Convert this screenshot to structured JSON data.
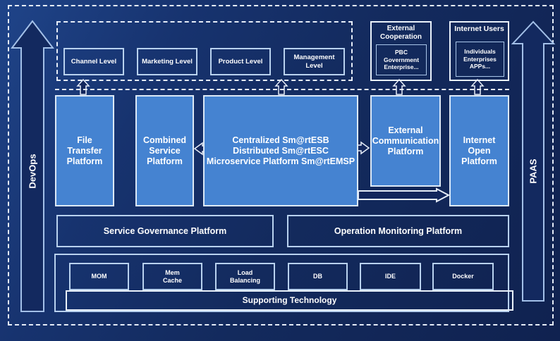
{
  "diagram": {
    "rails": {
      "left_label": "DevOps",
      "right_label": "PAAS"
    },
    "business_levels": {
      "items": [
        {
          "label": "Channel Level"
        },
        {
          "label": "Marketing Level"
        },
        {
          "label": "Product Level"
        },
        {
          "label": "Management Level"
        }
      ]
    },
    "external_cooperation": {
      "title": "External\nCooperation",
      "members": "PBC Government\nEnterprise..."
    },
    "internet_users": {
      "title": "Internet Users",
      "members": "Individuals\nEnterprises\nAPPs..."
    },
    "platforms": {
      "file_transfer": "File\nTransfer\nPlatform",
      "combined_service": "Combined\nService\nPlatform",
      "esb_core": "Centralized Sm@rtESB\nDistributed Sm@rtESC\nMicroservice Platform Sm@rtEMSP",
      "external_communication": "External\nCommunication\nPlatform",
      "internet_open": "Internet\nOpen\nPlatform"
    },
    "governance": {
      "service_governance": "Service Governance Platform",
      "operation_monitoring": "Operation Monitoring Platform"
    },
    "supporting": {
      "technologies": [
        {
          "label": "MOM"
        },
        {
          "label": "Mem\nCache"
        },
        {
          "label": "Load\nBalancing"
        },
        {
          "label": "DB"
        },
        {
          "label": "IDE"
        },
        {
          "label": "Docker"
        }
      ],
      "banner": "Supporting Technology"
    },
    "colors": {
      "background": "#12265c",
      "platform_fill": "#4583d1",
      "light_border": "#dce9f7",
      "dark_border": "#b9d2ef",
      "dashed_line": "#e6edf8",
      "text": "#ffffff"
    }
  }
}
